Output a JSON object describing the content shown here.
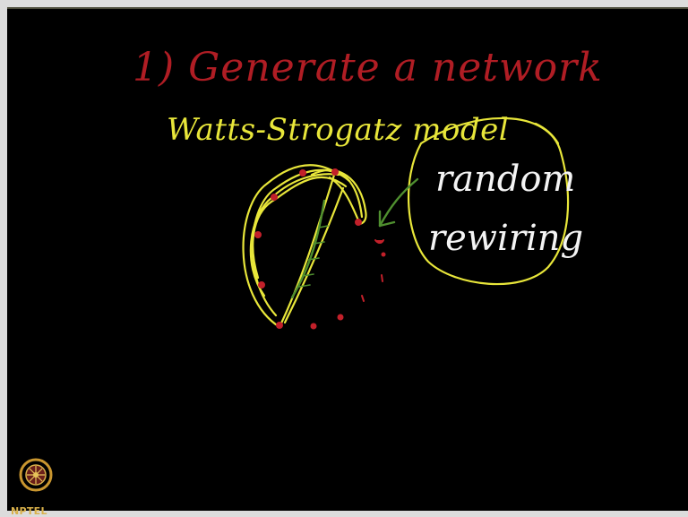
{
  "slide": {
    "heading": "1) Generate a network",
    "model_name": "Watts-Strogatz model",
    "annotation_line1": "random",
    "annotation_line2": "rewiring"
  },
  "branding": {
    "logo_text": "NPTEL"
  },
  "colors": {
    "background": "#000000",
    "heading_ink": "#b01d24",
    "model_ink": "#e8e63a",
    "annotation_ink": "#f4f4f4",
    "arrow_ink": "#4f8f2f",
    "node_ink": "#c2202a",
    "logo": "#d8b04a"
  }
}
